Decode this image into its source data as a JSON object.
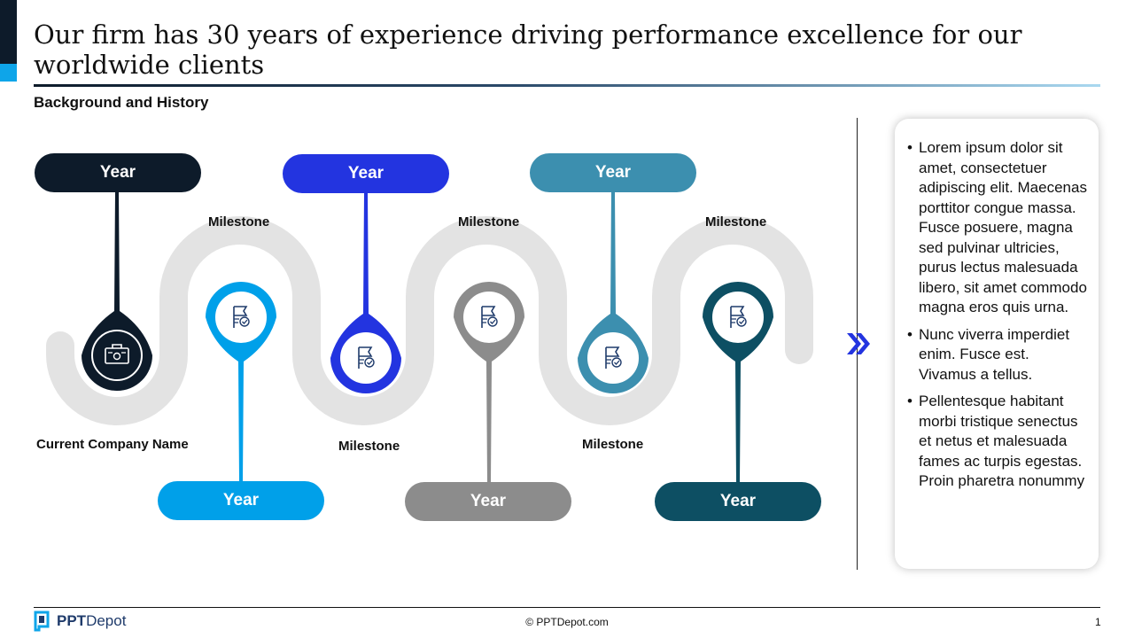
{
  "header": {
    "title": "Our firm has 30 years of experience driving performance excellence for our worldwide clients",
    "subtitle": "Background and History"
  },
  "timeline": {
    "start_label": "Current Company Name",
    "stops": [
      {
        "year": "Year",
        "milestone": "",
        "color": "#0d1b2a",
        "icon": "briefcase-icon",
        "position": "top"
      },
      {
        "year": "Year",
        "milestone": "Milestone",
        "color": "#00a0e9",
        "icon": "flag-icon",
        "position": "bottom"
      },
      {
        "year": "Year",
        "milestone": "Milestone",
        "color": "#2334e0",
        "icon": "flag-icon",
        "position": "top"
      },
      {
        "year": "Year",
        "milestone": "Milestone",
        "color": "#8c8c8c",
        "icon": "flag-icon",
        "position": "bottom"
      },
      {
        "year": "Year",
        "milestone": "Milestone",
        "color": "#3c8faf",
        "icon": "flag-icon",
        "position": "top"
      },
      {
        "year": "Year",
        "milestone": "Milestone",
        "color": "#0d4f63",
        "icon": "flag-icon",
        "position": "bottom"
      }
    ],
    "track_color": "#e3e3e3"
  },
  "panel": {
    "bullets": [
      "Lorem ipsum dolor sit amet, consectetuer adipiscing elit. Maecenas porttitor congue massa. Fusce posuere, magna sed pulvinar ultricies, purus lectus malesuada libero, sit amet commodo magna eros quis urna.",
      "Nunc viverra imperdiet enim. Fusce est. Vivamus a tellus.",
      "Pellentesque habitant morbi tristique senectus et netus et malesuada fames ac turpis egestas. Proin pharetra nonummy"
    ]
  },
  "footer": {
    "logo_bold": "PPT",
    "logo_light": "Depot",
    "copyright": "© PPTDepot.com",
    "page_number": "1"
  }
}
